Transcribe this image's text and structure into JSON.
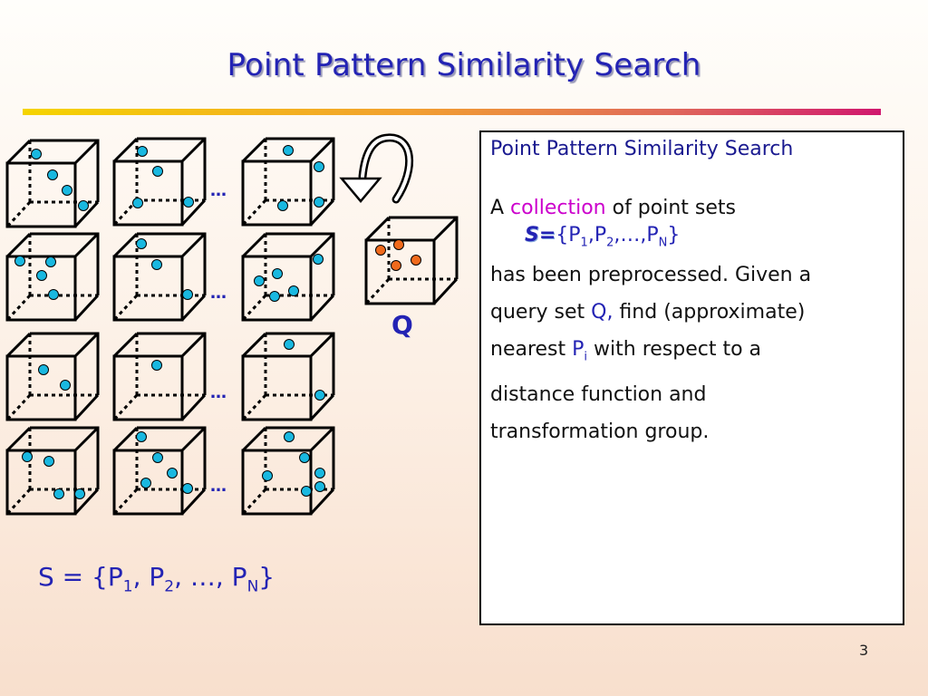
{
  "slide": {
    "title": "Point Pattern Similarity Search",
    "page_number": "3"
  },
  "figure": {
    "ellipsis": "…",
    "query_label": "Q",
    "set_formula": {
      "prefix": "S = {P",
      "sub1": "1",
      "mid1": ", P",
      "sub2": "2",
      "mid2": ", …, P",
      "subN": "N",
      "suffix": "}"
    },
    "colors": {
      "database_point": "#19b8e0",
      "query_point": "#f06a1c",
      "text_blue": "#2323b4"
    }
  },
  "textbox": {
    "heading": "Point Pattern Similarity Search",
    "line1": {
      "a": "A ",
      "collection": "collection",
      "rest": " of point sets"
    },
    "line2": {
      "s": "S=",
      "open": "{P",
      "sub1": "1",
      "mid1": ",P",
      "sub2": "2",
      "mid2": ",…,P",
      "subN": "N",
      "close": "}"
    },
    "line3": "has been preprocessed. Given a",
    "line4": {
      "a": "query set ",
      "q": "Q,",
      "rest": " find (approximate)"
    },
    "line5": {
      "a": "nearest ",
      "p": "P",
      "sub": "i",
      "rest": " with respect to a"
    },
    "line6": "distance function and",
    "line7": "transformation group."
  }
}
